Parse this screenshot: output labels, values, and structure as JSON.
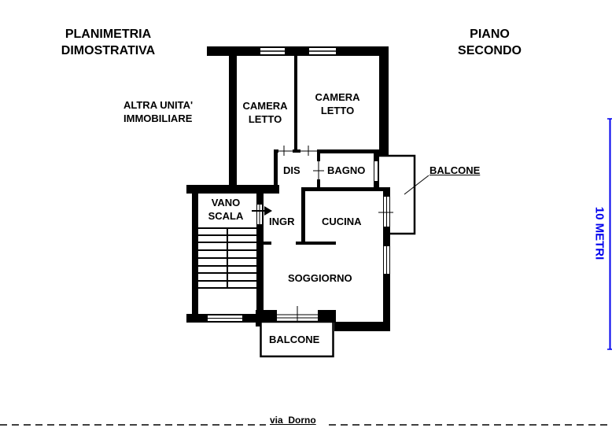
{
  "header": {
    "title_left": [
      "PLANIMETRIA",
      "DIMOSTRATIVA"
    ],
    "title_right": [
      "PIANO",
      "SECONDO"
    ]
  },
  "labels": {
    "other_unit": [
      "ALTRA UNITA'",
      "IMMOBILIARE"
    ],
    "bedroom_1": [
      "CAMERA",
      "LETTO"
    ],
    "bedroom_2": [
      "CAMERA",
      "LETTO"
    ],
    "hallway": "DIS",
    "bathroom": "BAGNO",
    "balcony_east": "BALCONE",
    "stairwell": [
      "VANO",
      "SCALA"
    ],
    "entrance": "INGR",
    "kitchen": "CUCINA",
    "living_room": "SOGGIORNO",
    "balcony_south": "BALCONE"
  },
  "scale_bar": {
    "label": "10 METRI",
    "length_m": 10,
    "color": "#0000ee"
  },
  "street": {
    "name": "via  Dorno"
  }
}
